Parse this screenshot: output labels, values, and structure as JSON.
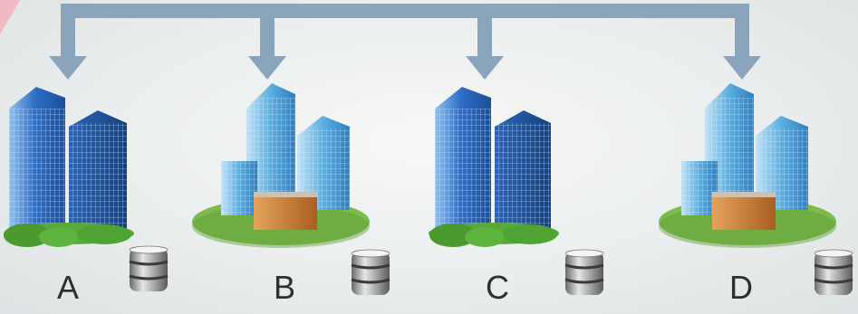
{
  "sites": [
    {
      "label": "A",
      "building_style": "twin-towers"
    },
    {
      "label": "B",
      "building_style": "office-complex"
    },
    {
      "label": "C",
      "building_style": "twin-towers"
    },
    {
      "label": "D",
      "building_style": "office-complex"
    }
  ],
  "icons": {
    "database": "database-icon",
    "connector": "replication-bus-arrows"
  },
  "colors": {
    "bus": "#8aa5bb",
    "tower_glass": "#2f6fc8",
    "grass": "#58a83a",
    "corner_accent": "#f2b8c3"
  }
}
